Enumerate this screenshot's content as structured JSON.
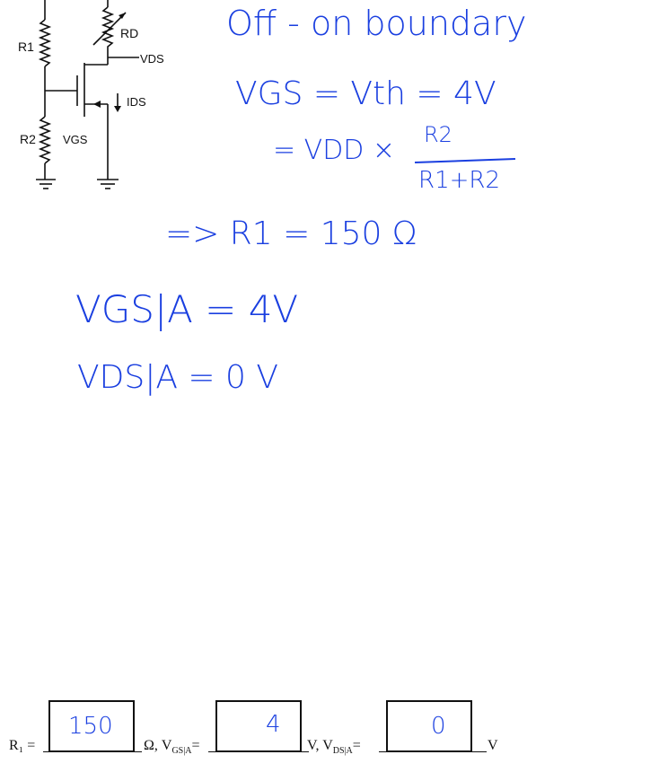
{
  "circuit": {
    "r1": "R1",
    "r2": "R2",
    "rd": "RD",
    "vds": "VDS",
    "vgs": "VGS",
    "ids": "IDS"
  },
  "handwriting": {
    "heading": "Off - on boundary",
    "line1": "VGS = Vth = 4V",
    "line2_prefix": "= VDD ×",
    "fraction_num": "R2",
    "fraction_den": "R1+R2",
    "line3": "=> R1 = 150 Ω",
    "line4": "VGS|A = 4V",
    "line5": "VDS|A = 0 V"
  },
  "answers": {
    "r1_label": "R₁ =",
    "r1_value": "150",
    "ohm_sep": "Ω, V",
    "vgs_sub": "GS|A",
    "vgs_eq": "=",
    "vgs_value": "4",
    "v_sep": "V, V",
    "vds_sub": "DS|A",
    "vds_eq": "=",
    "vds_value": "0",
    "v_unit": "V"
  },
  "colors": {
    "ink": "#1a3fe0",
    "line": "#111111"
  }
}
